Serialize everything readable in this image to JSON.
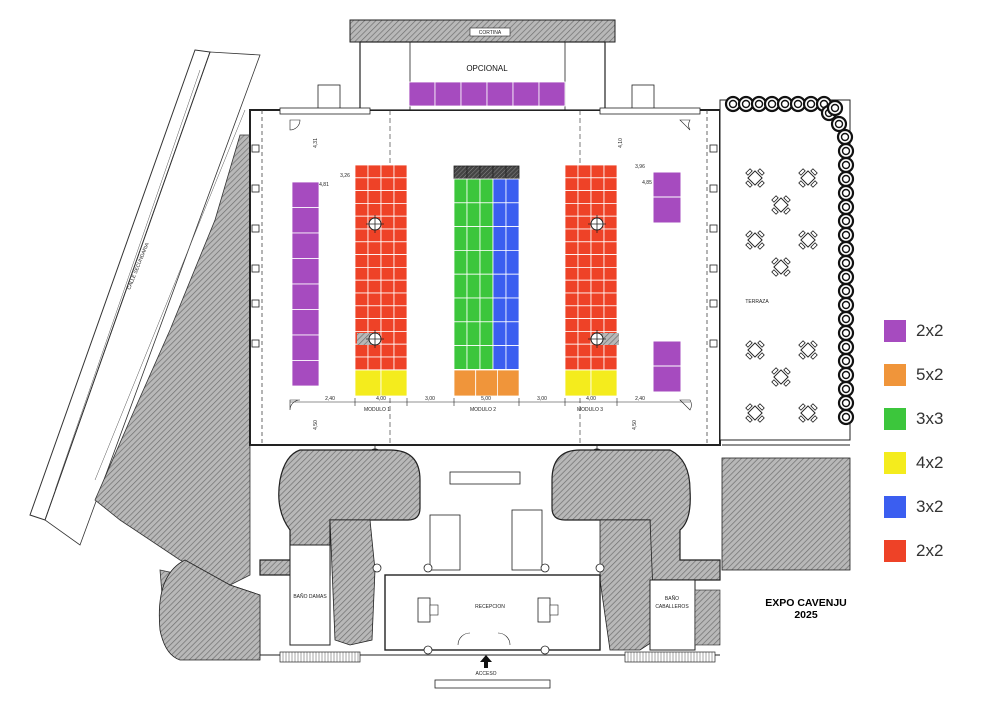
{
  "labels": {
    "cortina": "CORTINA",
    "opcional": "OPCIONAL",
    "terraza": "TERRAZA",
    "modulo1": "MODULO 1",
    "modulo2": "MODULO 2",
    "modulo3": "MODULO 3",
    "bano_damas": "BAÑO DAMAS",
    "bano_caballeros_1": "BAÑO",
    "bano_caballeros_2": "CABALLEROS",
    "recepcion": "RECEPCION",
    "acceso": "ACCESO",
    "side_street": "CALLE SECUNDARIA"
  },
  "dimensions": {
    "d_400a": "4,00",
    "d_300a": "3,00",
    "d_500": "5,00",
    "d_300b": "3,00",
    "d_400b": "4,00",
    "d_240a": "2,40",
    "d_240b": "2,40",
    "d_326": "3,26",
    "d_481": "4,81",
    "d_396": "3,96",
    "d_485": "4,85",
    "d_431": "4,31",
    "d_410": "4,10",
    "d_450a": "4,50",
    "d_450b": "4,50"
  },
  "legend": [
    {
      "label": "2x2",
      "color": "#a64bbf"
    },
    {
      "label": "5x2",
      "color": "#f0953a"
    },
    {
      "label": "3x3",
      "color": "#3cc63c"
    },
    {
      "label": "4x2",
      "color": "#f4ec1d"
    },
    {
      "label": "3x2",
      "color": "#3b5ef0"
    },
    {
      "label": "2x2",
      "color": "#ee4227"
    }
  ],
  "event": {
    "title_line1": "EXPO CAVENJU",
    "title_line2": "2025"
  },
  "colors": {
    "purple": "#a64bbf",
    "orange": "#f0953a",
    "green": "#3cc63c",
    "yellow": "#f4ec1d",
    "blue": "#3b5ef0",
    "red": "#ee4227",
    "hatch": "#9a9a9a"
  }
}
